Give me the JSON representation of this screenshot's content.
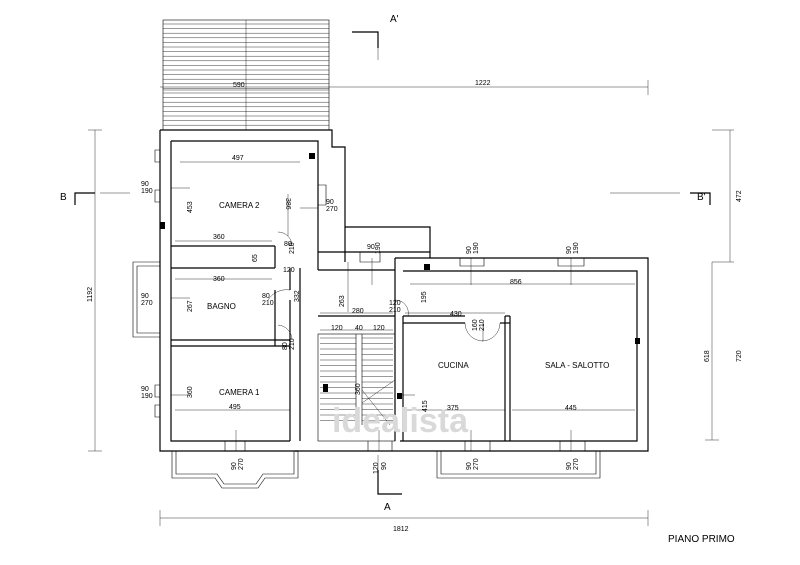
{
  "section_labels": {
    "a_top": "A'",
    "a_bottom": "A",
    "b_left": "B",
    "b_right": "B'"
  },
  "rooms": {
    "camera2": "CAMERA 2",
    "bagno": "BAGNO",
    "camera1": "CAMERA 1",
    "cucina": "CUCINA",
    "sala": "SALA - SALOTTO"
  },
  "dims": {
    "d590": "590",
    "d1222": "1222",
    "d497": "497",
    "d386": "386",
    "d453": "453",
    "d360a": "360",
    "d65": "65",
    "d120a": "120",
    "d80a": "80",
    "d210a": "210",
    "d90a": "90",
    "d270a": "270",
    "d90b": "90",
    "d190a": "190",
    "d360b": "360",
    "d80b": "80",
    "d210b": "210",
    "d332": "332",
    "d267": "267",
    "d90c": "90",
    "d270b": "270",
    "d80c": "80",
    "d210c": "210",
    "d90d": "90",
    "d190b": "190",
    "d360c": "360",
    "d495": "495",
    "d263": "263",
    "d280": "280",
    "d120b": "120",
    "d210d": "210",
    "d195": "195",
    "d120c": "120",
    "d40": "40",
    "d120d": "120",
    "d360d": "360",
    "d90e": "90",
    "d190c": "190",
    "d90f": "90",
    "d190d": "190",
    "d90g": "90",
    "d190e": "190",
    "d856": "856",
    "d430": "430",
    "d160": "160",
    "d210e": "210",
    "d415": "415",
    "d375": "375",
    "d445": "445",
    "d90h": "90",
    "d270c": "270",
    "d120e": "120",
    "d90i": "90",
    "d90j": "90",
    "d270d": "270",
    "d90k": "90",
    "d270e": "270",
    "d1192": "1192",
    "d472": "472",
    "d618": "618",
    "d720": "720",
    "d1812": "1812"
  },
  "watermark": "idealista",
  "title": "PIANO PRIMO"
}
